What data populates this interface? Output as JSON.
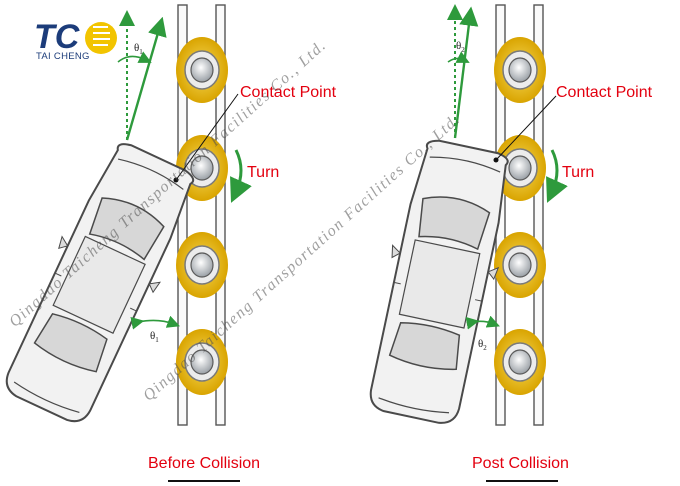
{
  "logo": {
    "mark": "TC",
    "text": "TAI CHENG"
  },
  "panels": [
    {
      "caption": "Before Collision",
      "contact_label": "Contact Point",
      "turn_label": "Turn",
      "angle_top": {
        "symbol": "θ",
        "sub": "1"
      },
      "angle_bottom": {
        "symbol": "θ",
        "sub": "1"
      }
    },
    {
      "caption": "Post Collision",
      "contact_label": "Contact Point",
      "turn_label": "Turn",
      "angle_top": {
        "symbol": "θ",
        "sub": "2"
      },
      "angle_bottom": {
        "symbol": "θ",
        "sub": "2"
      }
    }
  ],
  "watermark": "Qingdao Taicheng Transportation Facilities Co., Ltd.",
  "colors": {
    "accent": "#e3000f",
    "arrow": "#2e9a3c",
    "roller": "#e5b81c",
    "logo_blue": "#1c3c7a",
    "logo_yellow": "#f2c400"
  }
}
